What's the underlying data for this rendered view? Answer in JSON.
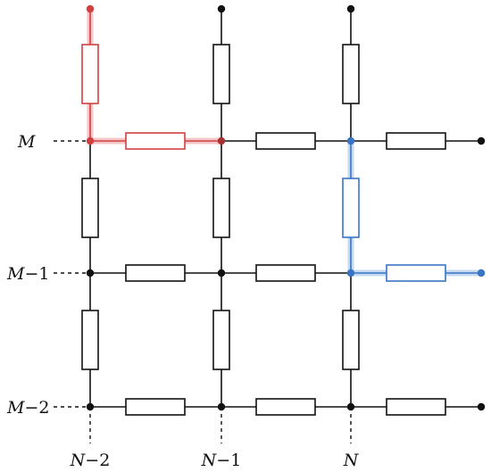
{
  "colors": {
    "normal": "#111111",
    "red_path": "#d04040",
    "red_glow": "#f4c6c8",
    "blue_path": "#3a74c4",
    "blue_glow": "#c5d9f0"
  },
  "row_labels": [
    {
      "var": "M",
      "suffix": ""
    },
    {
      "var": "M",
      "suffix": "−1"
    },
    {
      "var": "M",
      "suffix": "−2"
    }
  ],
  "column_labels": [
    {
      "var": "N",
      "suffix": "−2"
    },
    {
      "var": "N",
      "suffix": "−1"
    },
    {
      "var": "N",
      "suffix": ""
    }
  ]
}
